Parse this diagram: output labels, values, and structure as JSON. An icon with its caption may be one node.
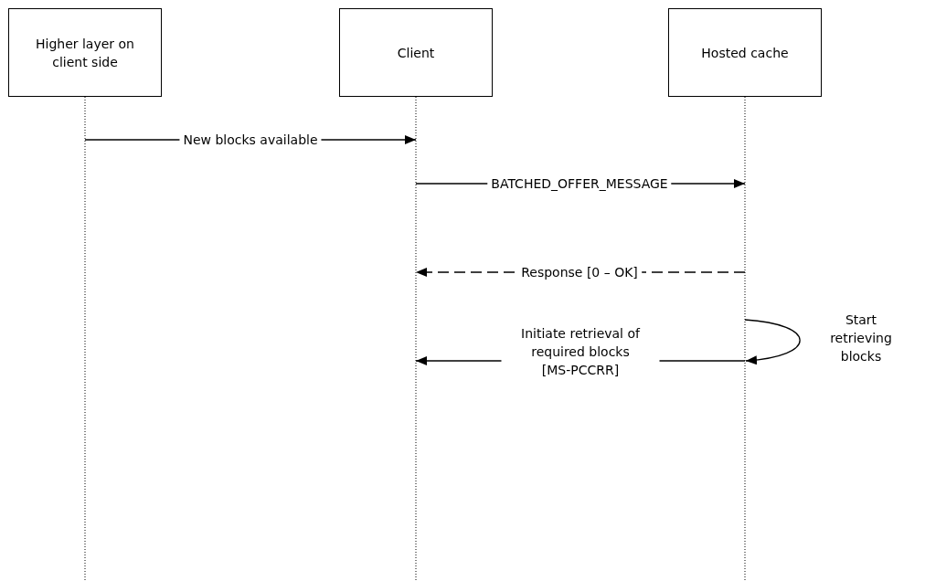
{
  "diagram": {
    "nodes": [
      {
        "text": [
          "Higher layer on client side"
        ]
      },
      {
        "text": [
          "Client"
        ]
      },
      {
        "text": [
          "Hosted cache"
        ]
      }
    ],
    "edges": [
      {
        "from": 0,
        "to": 1,
        "arrow": "to",
        "label": "New blocks available"
      },
      {
        "from": 1,
        "to": 2,
        "arrow": "to",
        "label": "BATCHED_OFFER_MESSAGE"
      },
      {
        "from": 2,
        "to": 1,
        "arrow": "to",
        "label": "Response [0 – OK]",
        "style": "dashed"
      },
      {
        "from": 2,
        "to": 2,
        "arrow": "to",
        "label": "Start retrieving blocks"
      },
      {
        "from": 2,
        "to": 1,
        "arrow": "to",
        "label": "Initiate retrieval of required blocks [MS-PCCRR]"
      }
    ]
  }
}
